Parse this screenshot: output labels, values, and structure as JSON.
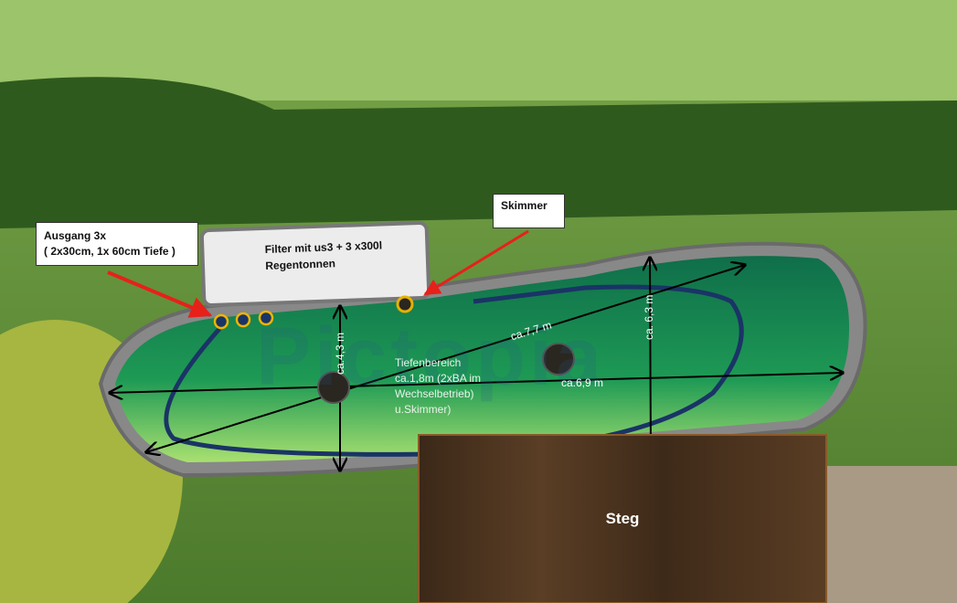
{
  "callouts": {
    "ausgang_line1": "Ausgang 3x",
    "ausgang_line2": "( 2x30cm, 1x 60cm Tiefe )",
    "skimmer": "Skimmer"
  },
  "filter": {
    "line1": "Filter mit us3 + 3 x300l",
    "line2": "Regentonnen"
  },
  "measurements": {
    "width_left": "ca.4,3 m",
    "diagonal": "ca.7,7 m",
    "length": "ca.6,9 m",
    "width_right": "ca. 6,3 m"
  },
  "deep_zone": {
    "line1": "Tiefenbereich",
    "line2": "ca.1,8m (2xBA im",
    "line3": "Wechselbetrieb)",
    "line4": "u.Skimmer)"
  },
  "deck_label": "Steg",
  "watermark": "Pictopia",
  "colors": {
    "arrow": "#e8201a",
    "deep_outline": "#1a3466",
    "rim": "#8a8a8a",
    "water": "#1f8a4e",
    "deck": "#4a3320"
  }
}
